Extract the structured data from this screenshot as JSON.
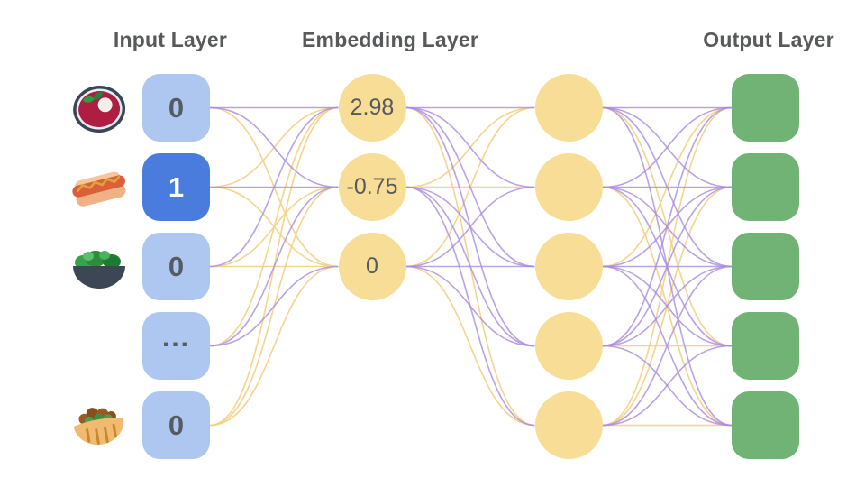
{
  "titles": {
    "input": "Input Layer",
    "embedding": "Embedding Layer",
    "output": "Output Layer"
  },
  "input_layer": {
    "nodes": [
      {
        "icon": "borscht-soup-icon",
        "value": "0",
        "active": false
      },
      {
        "icon": "hot-dog-icon",
        "value": "1",
        "active": true
      },
      {
        "icon": "green-salad-icon",
        "value": "0",
        "active": false
      },
      {
        "icon": null,
        "value": "...",
        "active": false
      },
      {
        "icon": "stuffed-flatbread-icon",
        "value": "0",
        "active": false
      }
    ]
  },
  "embedding_layer": {
    "nodes": [
      {
        "value": "2.98"
      },
      {
        "value": "-0.75"
      },
      {
        "value": "0"
      }
    ]
  },
  "hidden_layer": {
    "nodes": [
      {
        "value": ""
      },
      {
        "value": ""
      },
      {
        "value": ""
      },
      {
        "value": ""
      },
      {
        "value": ""
      }
    ]
  },
  "output_layer": {
    "nodes": [
      {
        "value": ""
      },
      {
        "value": ""
      },
      {
        "value": ""
      },
      {
        "value": ""
      },
      {
        "value": ""
      }
    ]
  },
  "colors": {
    "input_node": "#AEC7F1",
    "input_node_active": "#4A7CDE",
    "embedding_node": "#F7DD96",
    "output_node": "#70B375",
    "edge_purple": "#A98BE0",
    "edge_yellow": "#F3CF82",
    "title_text": "#58595b",
    "node_text": "#555b63"
  },
  "edges": {
    "input_to_embedding": [
      "PPY",
      "YPY",
      "PYY",
      "YPP",
      "YYY"
    ],
    "embedding_to_hidden": [
      "PPPPY",
      "YYPPP",
      "YPPPY"
    ],
    "hidden_to_output": [
      "PPPYP",
      "PPPPY",
      "YPPPP",
      "PPPYP",
      "YYPPY"
    ]
  }
}
